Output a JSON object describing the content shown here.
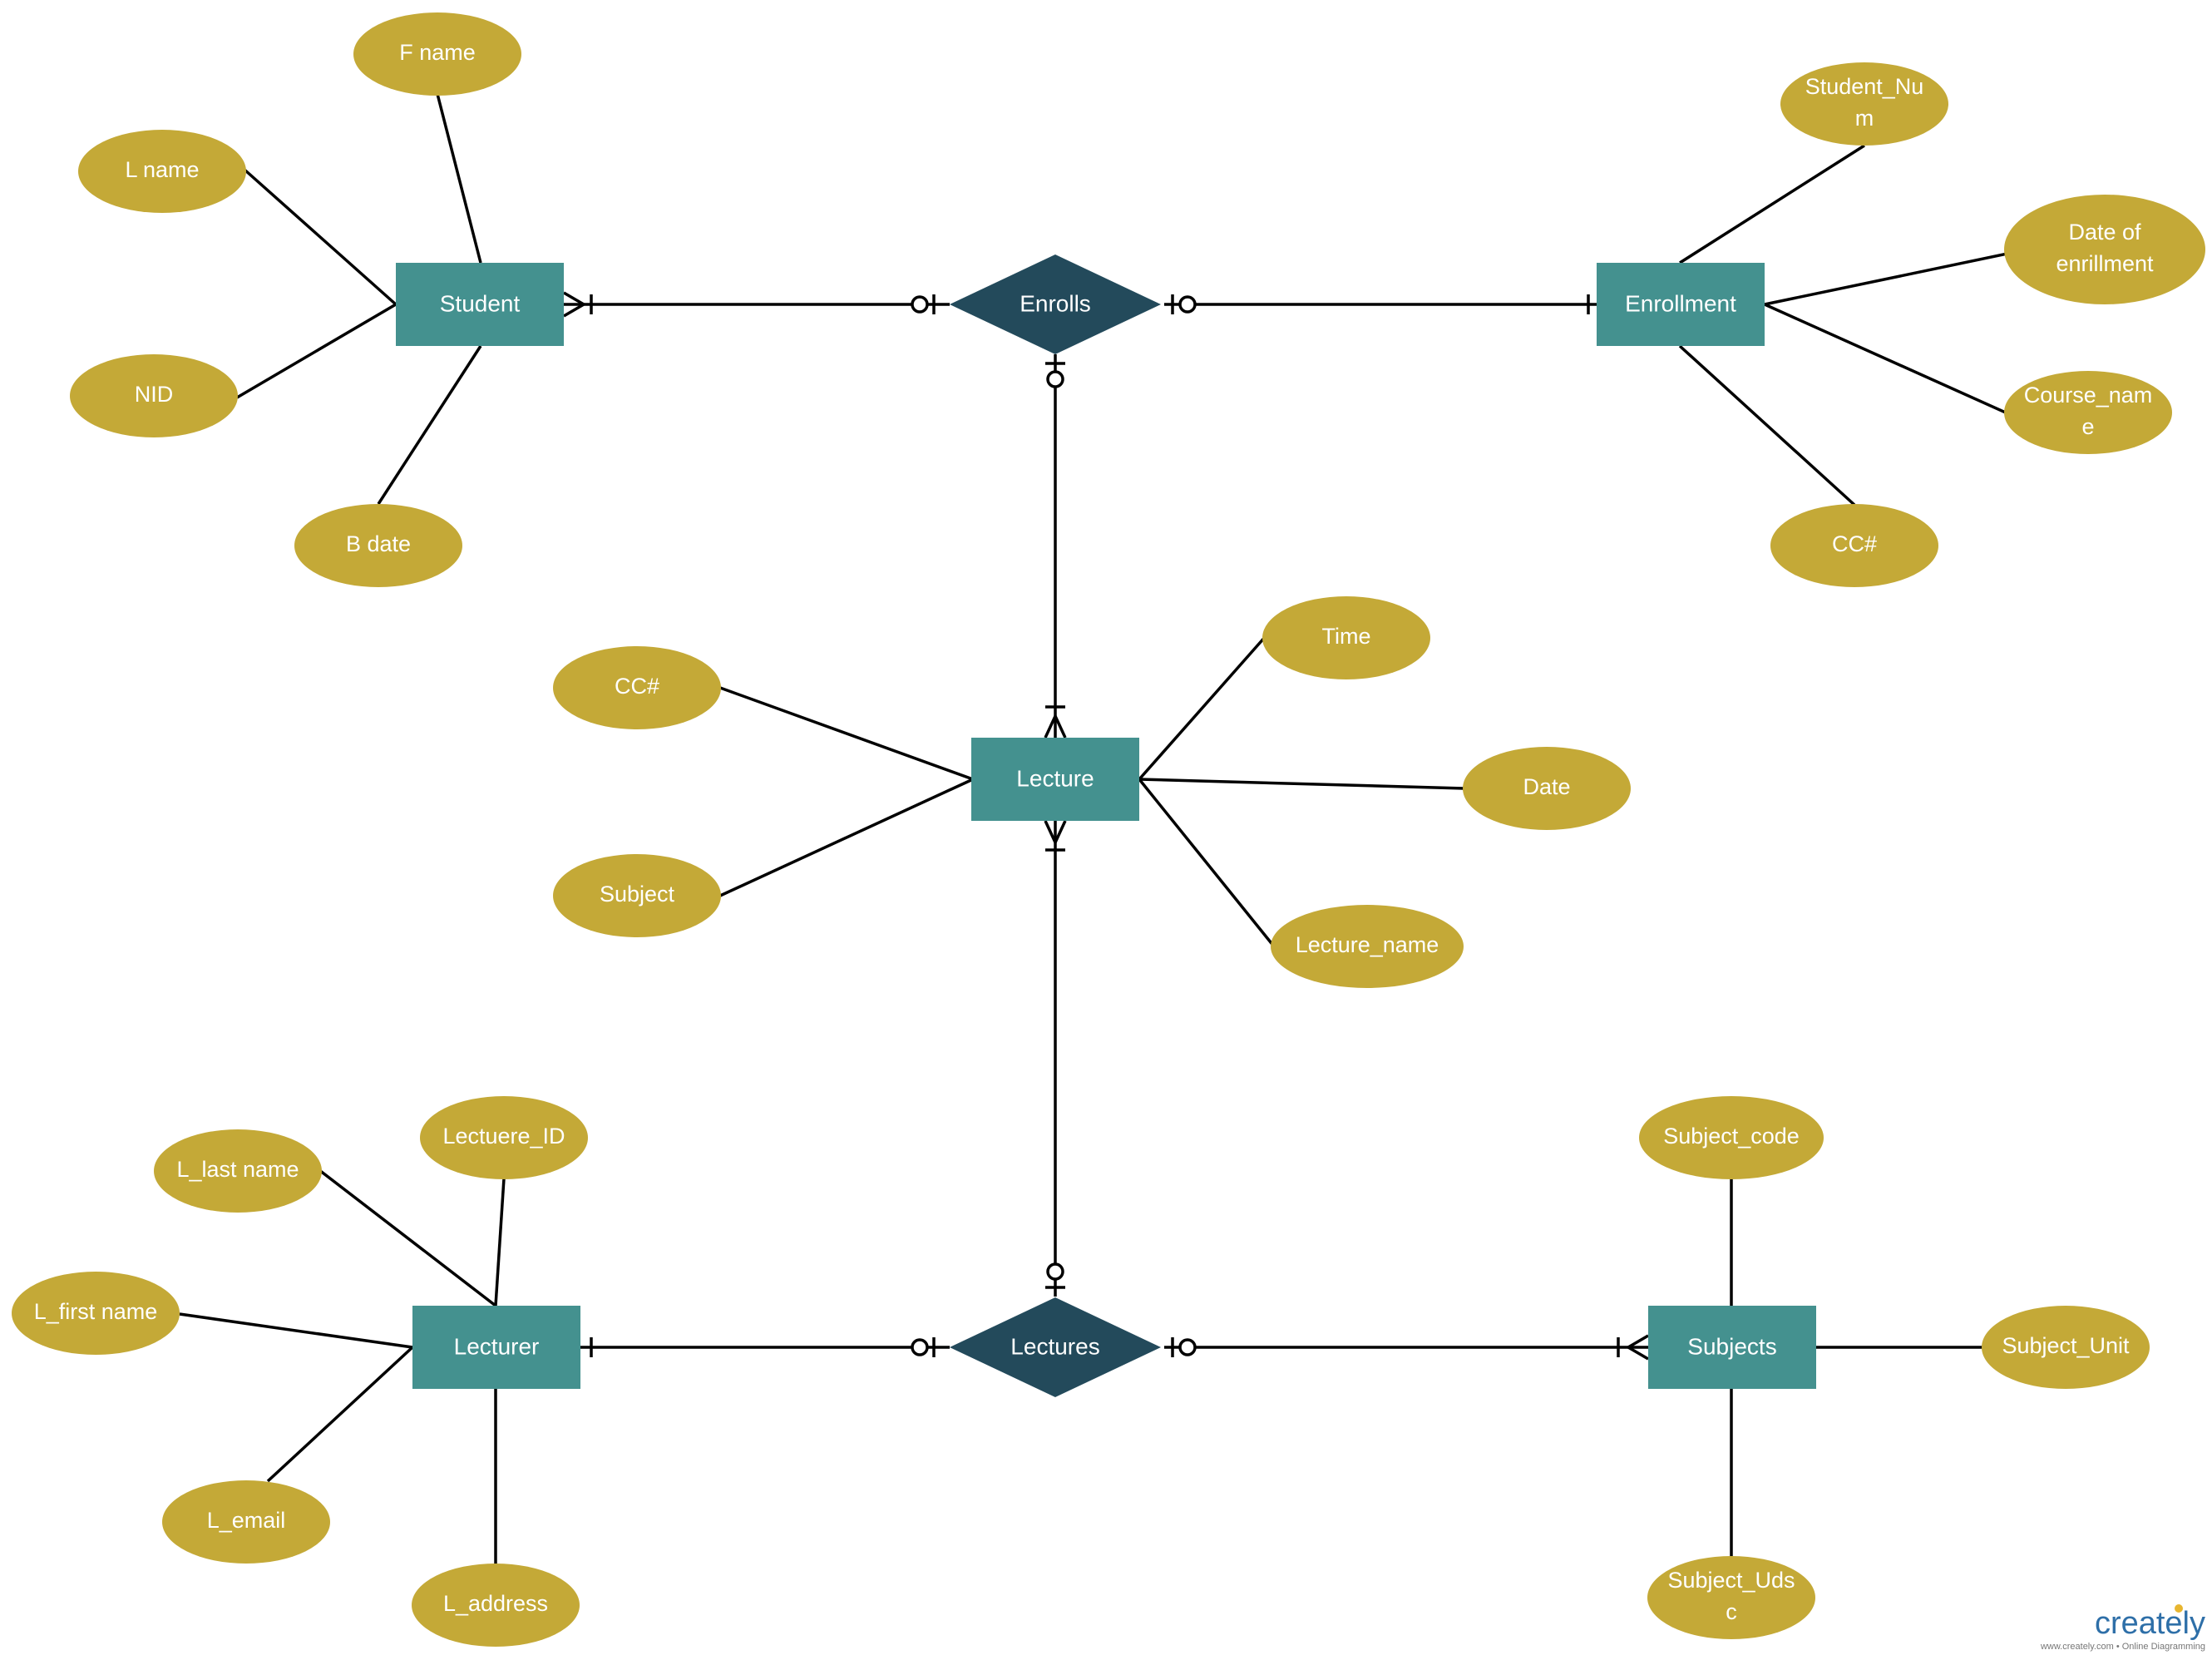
{
  "colors": {
    "attribute": "#C4A937",
    "entity": "#44918F",
    "relationship": "#234A5B",
    "text": "#FFFFFF",
    "line": "#000000",
    "brand": "#2E6FA8",
    "brand_accent": "#E8B630"
  },
  "entities": {
    "student": "Student",
    "enrollment": "Enrollment",
    "lecture": "Lecture",
    "lecturer": "Lecturer",
    "subjects": "Subjects"
  },
  "relationships": {
    "enrolls": "Enrolls",
    "lectures": "Lectures"
  },
  "attributes": {
    "f_name": [
      "F name"
    ],
    "l_name": [
      "L name"
    ],
    "nid": [
      "NID"
    ],
    "b_date": [
      "B date"
    ],
    "student_num": [
      "Student_Nu",
      "m"
    ],
    "date_of_enrollment": [
      "Date of",
      "enrillment"
    ],
    "course_name": [
      "Course_nam",
      "e"
    ],
    "enroll_cc": [
      "CC#"
    ],
    "lecture_cc": [
      "CC#"
    ],
    "subject": [
      "Subject"
    ],
    "time": [
      "Time"
    ],
    "date": [
      "Date"
    ],
    "lecture_name": [
      "Lecture_name"
    ],
    "l_last_name": [
      "L_last name"
    ],
    "lectuere_id": [
      "Lectuere_ID"
    ],
    "l_first_name": [
      "L_first name"
    ],
    "l_email": [
      "L_email"
    ],
    "l_address": [
      "L_address"
    ],
    "subject_code": [
      "Subject_code"
    ],
    "subject_unit": [
      "Subject_Unit"
    ],
    "subject_udsc": [
      "Subject_Uds",
      "c"
    ]
  },
  "watermark": {
    "brand": "creately",
    "tagline": "www.creately.com • Online Diagramming"
  }
}
